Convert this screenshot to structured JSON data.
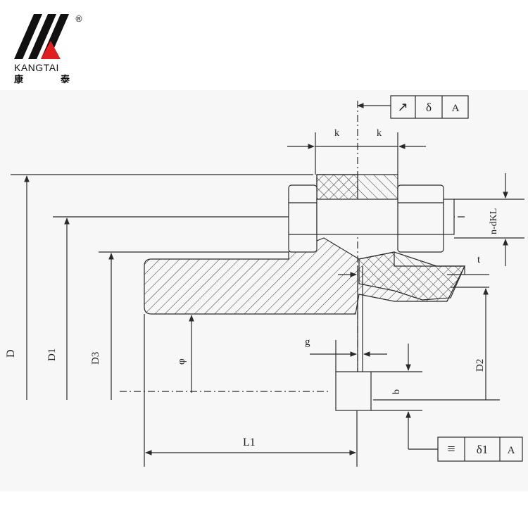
{
  "logo": {
    "brand": "KANGTAI",
    "chinese_left": "康",
    "chinese_right": "泰",
    "registered": "®",
    "accent_color": "#e02020"
  },
  "drawing": {
    "labels": {
      "D": "D",
      "D1": "D1",
      "D2": "D2",
      "D3": "D3",
      "phi": "φ",
      "L1": "L1",
      "k_left": "k",
      "k_right": "k",
      "t": "t",
      "g": "g",
      "b": "b",
      "n_dkl": "n-dKL"
    },
    "frame_top": {
      "symbol": "↗",
      "tolerance": "δ",
      "datum": "A"
    },
    "frame_bottom": {
      "symbol": "≡",
      "tolerance": "δ1",
      "datum": "A"
    },
    "line_color": "#2a2a2a"
  }
}
